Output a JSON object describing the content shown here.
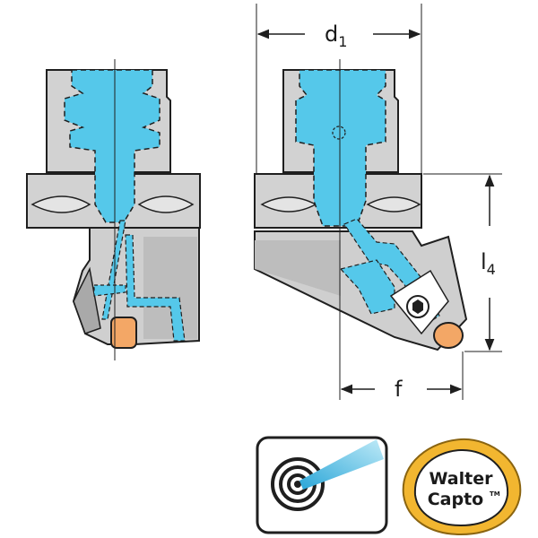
{
  "dimensions": {
    "d1": {
      "main": "d",
      "sub": "1"
    },
    "l4": {
      "main": "l",
      "sub": "4"
    },
    "f": "f"
  },
  "colors": {
    "coolant": "#55c8ea",
    "body": "#d2d2d2",
    "body_dark": "#a9a9a9",
    "outline": "#1f1f1f",
    "insert": "#f3a766",
    "logo_gold": "#f2b630"
  },
  "icons": {
    "coolant_badge": "coolant-target-icon",
    "brand_logo": "walter-capto-logo"
  },
  "logo": {
    "line1": "Walter",
    "line2": "Capto",
    "tm": "TM"
  }
}
